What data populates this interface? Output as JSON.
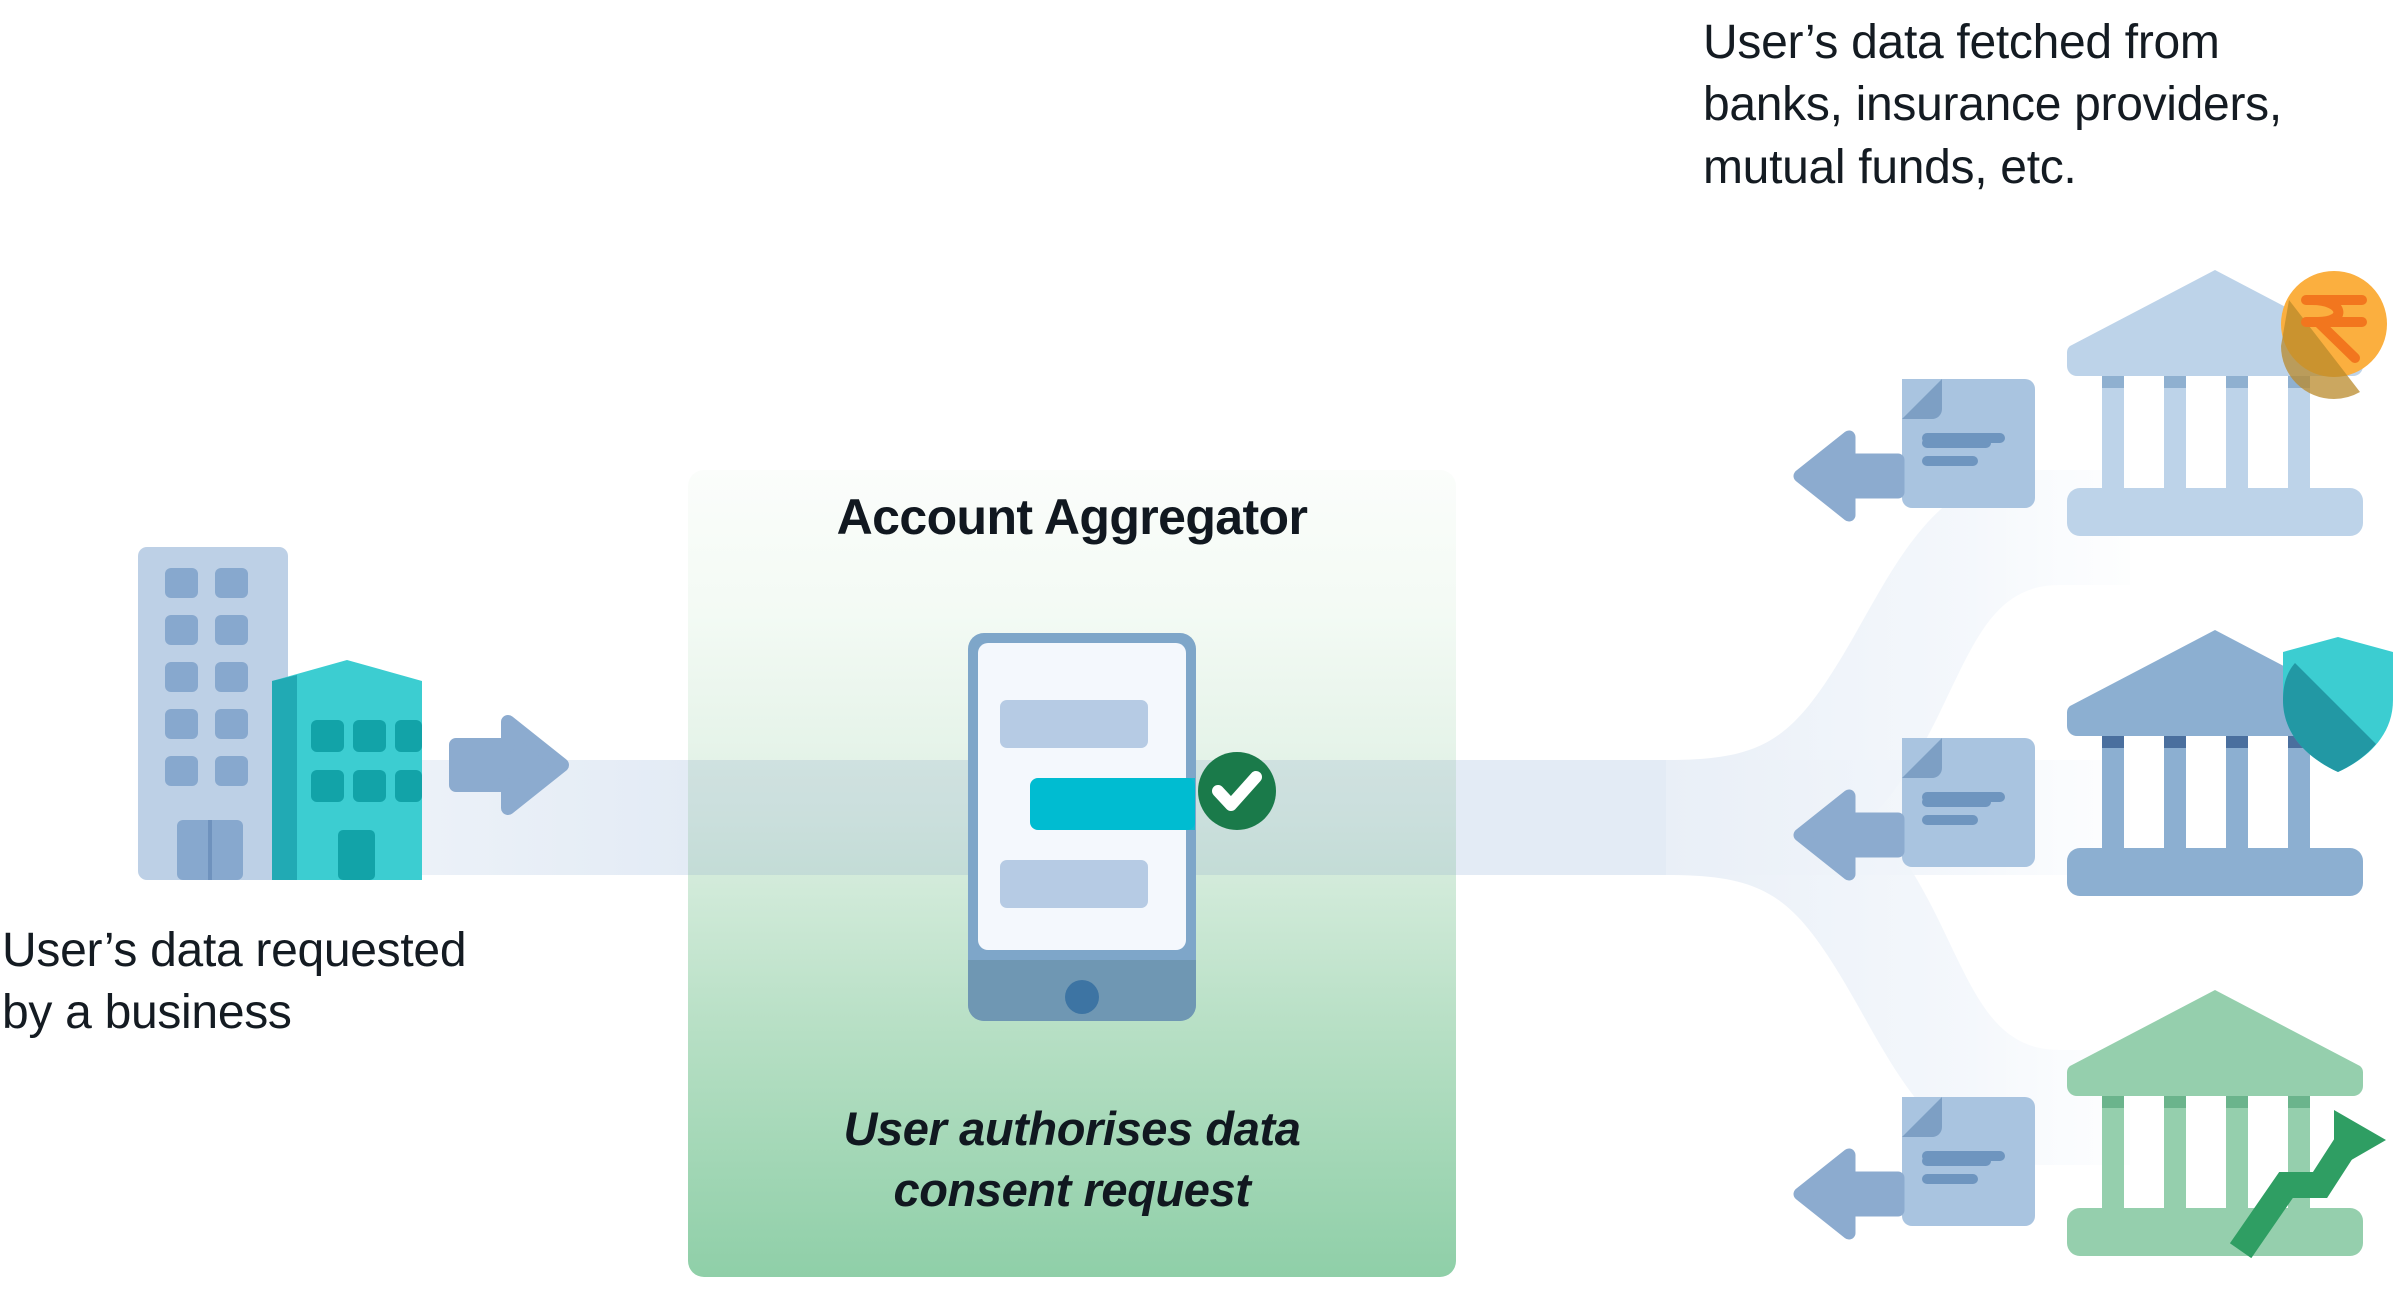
{
  "diagram": {
    "title": "Account Aggregator data flow",
    "background": "#ffffff"
  },
  "left": {
    "caption": "User’s data requested\nby a business",
    "buildings": [
      {
        "name": "office-tower",
        "color": "#bdd0e6",
        "window_color": "#87a8ce",
        "rows": 5,
        "cols": 2
      },
      {
        "name": "business-building",
        "color": "#3ccdd1",
        "side_color": "#21aab4",
        "window_color": "#12a3a8",
        "rows": 2,
        "cols": 3
      }
    ],
    "arrow": {
      "name": "arrow-right",
      "color": "#8cabcf",
      "direction": "right"
    }
  },
  "center": {
    "title": "Account Aggregator",
    "caption": "User authorises data\nconsent request",
    "panel": {
      "gradient_top": "#fbfdfb",
      "gradient_bottom": "#8fcfa8",
      "radius": 16
    },
    "phone": {
      "frame_color": "#7ea6c9",
      "screen_color": "#f4f8fd",
      "base_color": "#6f97b3",
      "home_button_color": "#3d74a3",
      "bars": [
        {
          "name": "placeholder-bar-top",
          "color": "#b6cbe4"
        },
        {
          "name": "consent-bar",
          "color": "#00bcd1"
        },
        {
          "name": "placeholder-bar-bottom",
          "color": "#b6cbe4"
        }
      ]
    },
    "check_badge": {
      "name": "check-circle",
      "color": "#1a7a4a",
      "glyph": "check"
    }
  },
  "right": {
    "caption": "User’s data fetched from\nbanks, insurance providers,\nmutual funds, etc.",
    "flow_band_color": "#e3ebf5",
    "documents": [
      {
        "name": "document-bank",
        "color": "#a9c4e0",
        "fold_color": "#7d9fc4",
        "line_color": "#6e95bf",
        "lines": 3
      },
      {
        "name": "document-insurance",
        "color": "#a9c4e0",
        "fold_color": "#7d9fc4",
        "line_color": "#6e95bf",
        "lines": 3
      },
      {
        "name": "document-mutual-fund",
        "color": "#a9c4e0",
        "fold_color": "#7d9fc4",
        "line_color": "#6e95bf",
        "lines": 3
      }
    ],
    "arrows": [
      {
        "name": "arrow-left-bank",
        "color": "#8cabcf",
        "direction": "left"
      },
      {
        "name": "arrow-left-insurance",
        "color": "#8cabcf",
        "direction": "left"
      },
      {
        "name": "arrow-left-mutual-fund",
        "color": "#8cabcf",
        "direction": "left"
      }
    ],
    "institutions": [
      {
        "name": "bank-institution",
        "label": "bank",
        "color": "#bdd3e9",
        "column_top_color": "#8fb0d0",
        "badge": {
          "name": "rupee-badge",
          "color": "#fbaf3f",
          "glyph": "₹",
          "glyph_color": "#f2761e"
        },
        "columns": 4
      },
      {
        "name": "insurance-institution",
        "label": "insurance provider",
        "color": "#8cafd1",
        "column_top_color": "#4a6f9e",
        "badge": {
          "name": "shield-badge",
          "color": "#3ccdd1",
          "shadow_color": "#1d8e9c",
          "glyph": "shield"
        },
        "columns": 4
      },
      {
        "name": "mutual-fund-institution",
        "label": "mutual fund",
        "color": "#95cfad",
        "column_top_color": "#6bb48c",
        "badge": {
          "name": "growth-arrow-badge",
          "color": "#2f9e63",
          "glyph": "trend-up"
        },
        "columns": 4
      }
    ]
  }
}
